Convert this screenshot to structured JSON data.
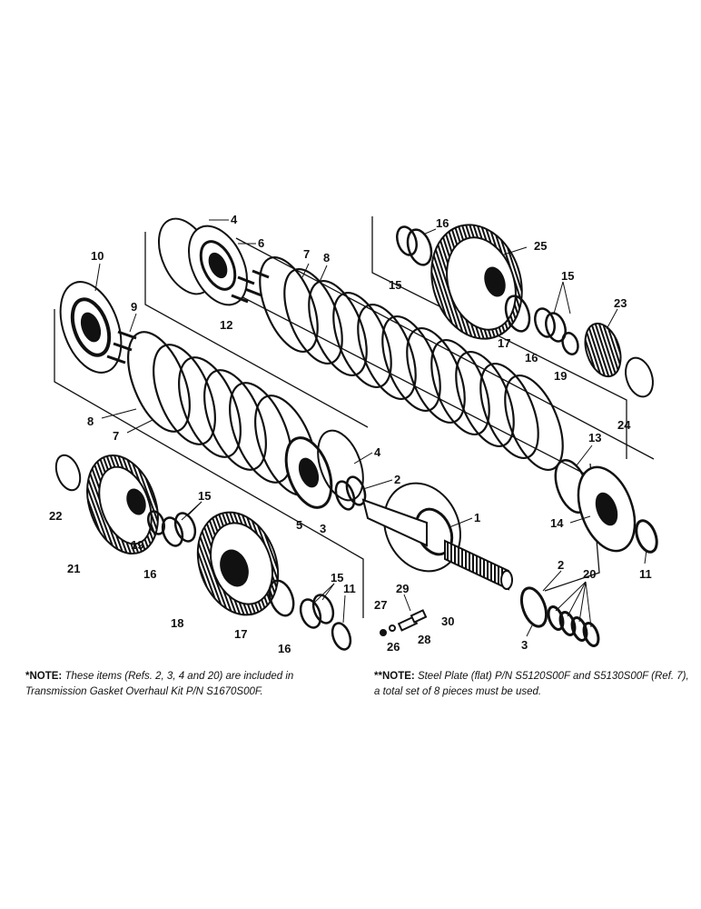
{
  "diagram": {
    "callouts": [
      "1",
      "2",
      "3",
      "4",
      "5",
      "6",
      "7",
      "8",
      "9",
      "10",
      "11",
      "12",
      "13",
      "14",
      "15",
      "16",
      "17",
      "18",
      "19",
      "20",
      "21",
      "22",
      "23",
      "24",
      "25",
      "26",
      "27",
      "28",
      "29",
      "30"
    ]
  },
  "notes": {
    "left": {
      "prefix": "*NOTE:",
      "text": "These items (Refs. 2, 3, 4 and 20) are included in Transmission Gasket Overhaul Kit P/N S1670S00F."
    },
    "right": {
      "prefix": "**NOTE:",
      "text": "Steel Plate (flat) P/N S5120S00F and S5130S00F (Ref. 7), a total set of 8 pieces must be used."
    }
  }
}
